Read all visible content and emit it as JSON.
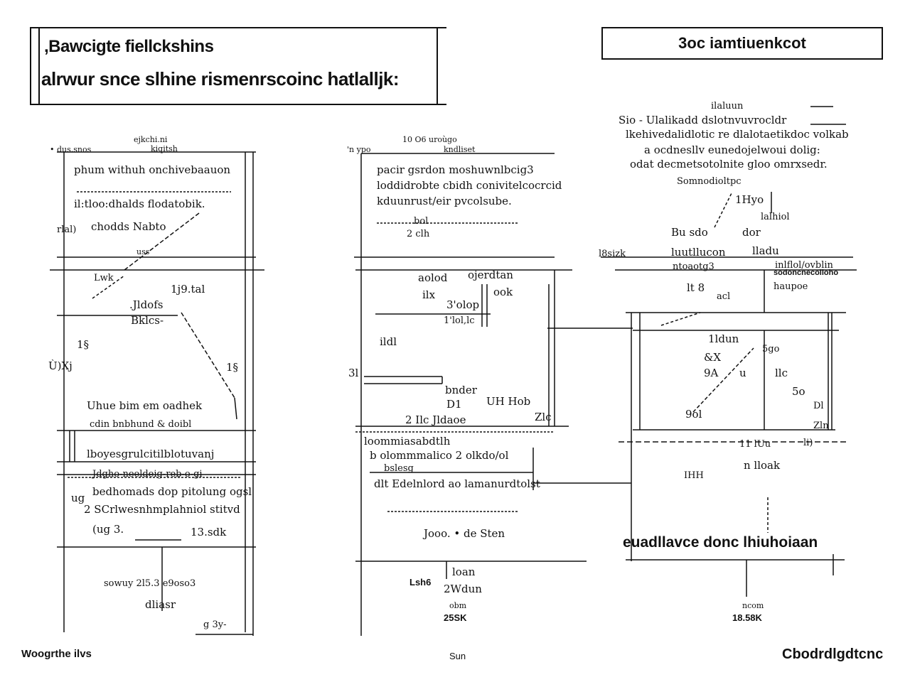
{
  "header": {
    "title_line1": ",Bawcigte fiellckshins",
    "title_line2": "alrwur  snce  slhine rismenrscoinc hatlalljk:",
    "right_title": "3oc iamtiuenkcot"
  },
  "panel_left": {
    "top_label": "ejkchi.ni",
    "top_sub": "kiqitsh",
    "top_left_tag": "• dus.snos",
    "line1": "phum withuh onchivebaauon",
    "line2": "il:tloo:dhalds flodatobik.",
    "line3": "chodds Nabto",
    "side_label": "rlal)",
    "note_a": "uss",
    "note_b": "Lwk",
    "note_c": "1j9.tal",
    "note_d": ".Jldofs",
    "note_e": "Bklcs-",
    "note_f": "1§",
    "note_g": "Ù)Xj",
    "note_h": "1§",
    "line4": "Uhue bim em oadhek",
    "line5": "cdin bnbhund & doibl",
    "line6": "lboyesgrulcitilblotuvanj",
    "line7": "Jdgho-neeldeig-reb-o-gi",
    "line8": "bedhomads dop pitolung ogsl",
    "line9": "2 SCrlwesnhmplahniol stitvd",
    "line10": "(ug 3.",
    "line11": "13.sdk",
    "note_i": "ug",
    "bottom1": "sowuy 2l5.3 e9oso3",
    "bottom2": "dliasr",
    "bottom3": "g 3y-"
  },
  "panel_mid": {
    "top_label": "10 O6  uroùgo",
    "top_sub": "kndliset",
    "top_left_tag": "'n  ypo",
    "line1": "pacir gsrdon moshuwnlbcig3",
    "line2": "loddidrobte cbidh conivitelcocrcid",
    "line3": "kduunrust/eir pvcolsube.",
    "line4": "bol",
    "line5": "2 clh",
    "label_a": "aolod",
    "label_b": "ojerdtan",
    "label_c": "ilx",
    "label_d": "ook",
    "label_e": "3'olop",
    "label_f": "1'lol,lc",
    "label_g": "ildl",
    "label_h": "3l",
    "label_i": "bnder",
    "label_j": "D1",
    "label_k": "UH Hob",
    "label_l": "2 Ilc  Jldaoe",
    "label_m": "Zlc",
    "line6": "loommiasabdtlh",
    "line7": "b olommmalico 2 olkdo/ol",
    "line8": "bslesg",
    "line9": "dlt Edelnlord ao lamanurdtolst",
    "line10": "Jooo. • de  Sten",
    "bottom_a": "Lsh6",
    "bottom_b": "loan",
    "bottom_c": "2Wdun",
    "bottom_d": "obm",
    "bottom_e": "25SK"
  },
  "panel_right": {
    "line1": "ilaluun",
    "line2": "Sio - Ulalikadd dslotnvuvrocldr",
    "line3": "lkehivedalidlotic re dlalotaetikdoc volkab",
    "line4": "a ocdnesllv eunedojelwoui dolig:",
    "line5": "odat decmetsotolnite gloo omrxsedr.",
    "line6": "Somnodioltpc",
    "label_a": "1Hyo",
    "label_b": "lalhiol",
    "label_c": "Bu sdo",
    "label_d": "dor",
    "label_e": "l8sizk",
    "label_f": "luutllucon",
    "label_g": "lladu",
    "label_h": "ntoaotg3",
    "label_i": "inlflol/ovblin",
    "label_j": "sodoncnecolloho",
    "label_k": "haupoe",
    "label_l": "lt 8",
    "label_m": "acl",
    "label_n": "1ldun",
    "label_o": "&X",
    "label_p": "5go",
    "label_q": "9A",
    "label_r": "u",
    "label_s": "llc",
    "label_t": "5o",
    "label_u": "9ol",
    "label_v": "Dl",
    "label_w": "Zln",
    "label_x": "li)",
    "label_y": "n lloak",
    "label_z": "IHH",
    "label_aa": "11 lUu",
    "big_caption": "euadllavce donc lhiuhoiaan",
    "bottom_a": "ncom",
    "bottom_b": "18.58K"
  },
  "footer": {
    "left": "Woogrthe ilvs",
    "center": "Sun",
    "right": "Cbodrdlgdtcnc"
  }
}
